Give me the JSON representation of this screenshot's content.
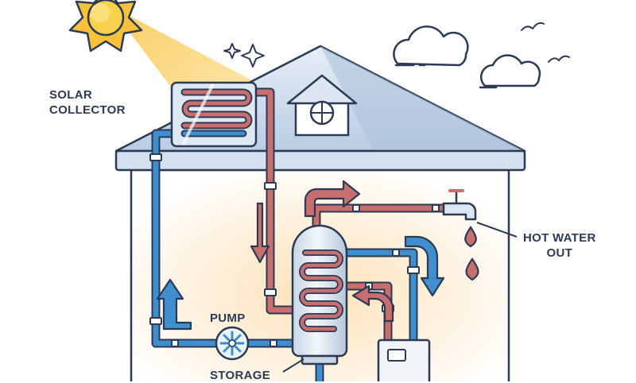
{
  "labels": {
    "solar_collector": [
      "SOLAR",
      "COLLECTOR"
    ],
    "hot_water_out": [
      "HOT WATER",
      "OUT"
    ],
    "pump": "PUMP",
    "storage": "STORAGE"
  },
  "colors": {
    "outline": "#2b3a55",
    "hot_pipe": "#c96e6e",
    "cold_pipe": "#3f8fcf",
    "sun": "#f7c23a",
    "sun_beam": "#fbd98a",
    "roof": "#c9d8e8",
    "wall_glow": "#fde6c4"
  },
  "icons": [
    "sun-icon",
    "sparkle-icon",
    "cloud-icon",
    "bird-icon",
    "faucet-icon",
    "water-drop-icon",
    "pump-fan-icon",
    "arrow-icon"
  ]
}
